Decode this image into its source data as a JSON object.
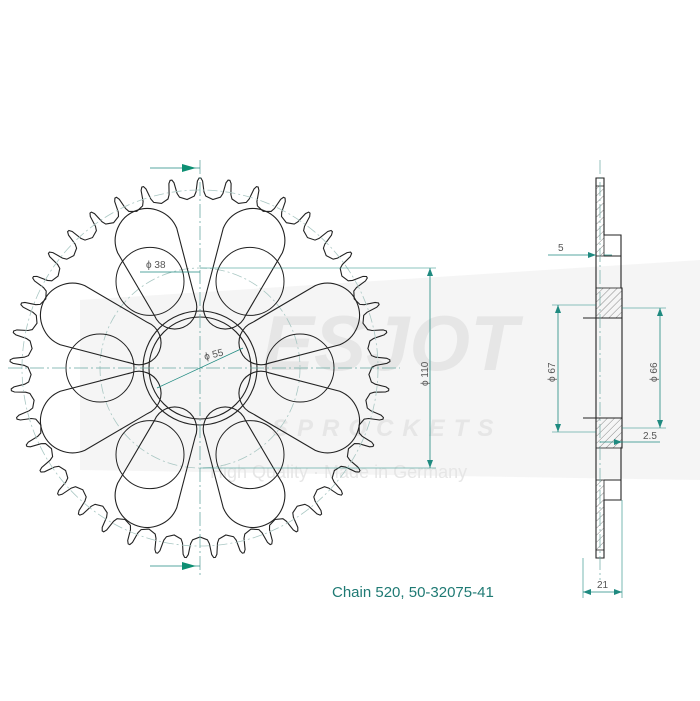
{
  "caption": "Chain 520, 50-32075-41",
  "sprocket": {
    "teeth": 41
  },
  "dimensions": {
    "d38": "ϕ 38",
    "d55": "ϕ 55",
    "d110": "ϕ 110",
    "d67": "ϕ 67",
    "d66": "ϕ 66",
    "t5": "5",
    "t25": "2.5",
    "t21": "21"
  },
  "watermark": {
    "brand": "ESJOT",
    "sub": "SPROCKETS",
    "tagline": "High Quality · Made in Germany"
  },
  "colors": {
    "dimension": "#1f8a80",
    "arrow": "#0e8f73",
    "line": "#222222",
    "hatch": "#888888"
  }
}
